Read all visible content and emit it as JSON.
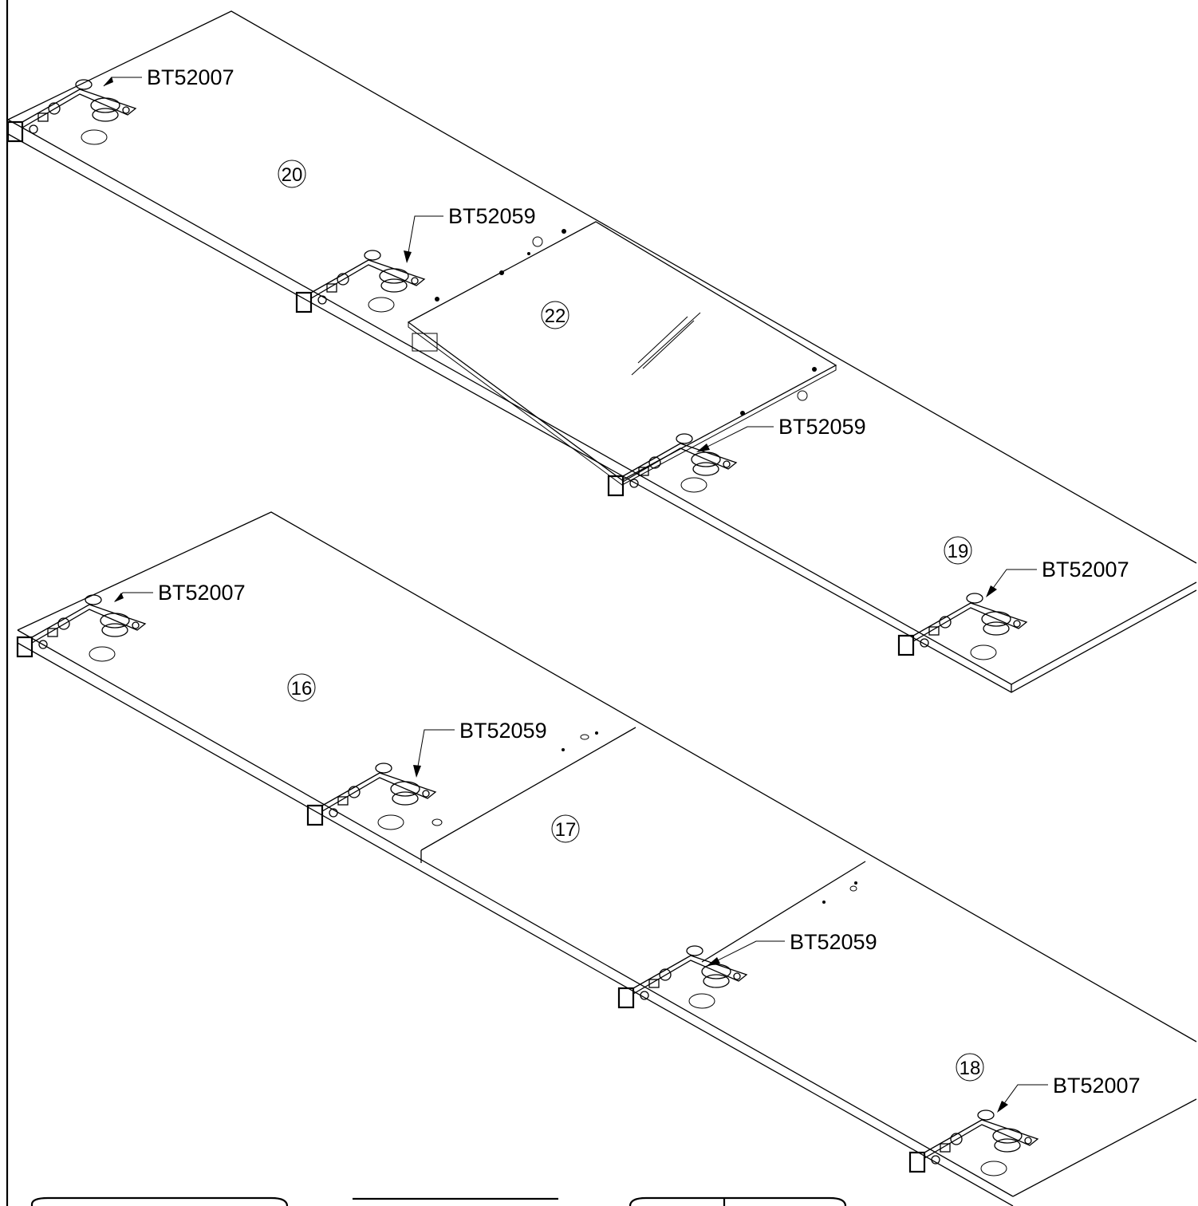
{
  "panels": {
    "p20": "20",
    "p22": "22",
    "p19": "19",
    "p16": "16",
    "p17": "17",
    "p18": "18"
  },
  "callouts": {
    "top_left": "BT52007",
    "top_mid": "BT52059",
    "top_right_mid": "BT52059",
    "top_right": "BT52007",
    "bottom_left": "BT52007",
    "bottom_mid": "BT52059",
    "bottom_right_mid": "BT52059",
    "bottom_right": "BT52007"
  }
}
